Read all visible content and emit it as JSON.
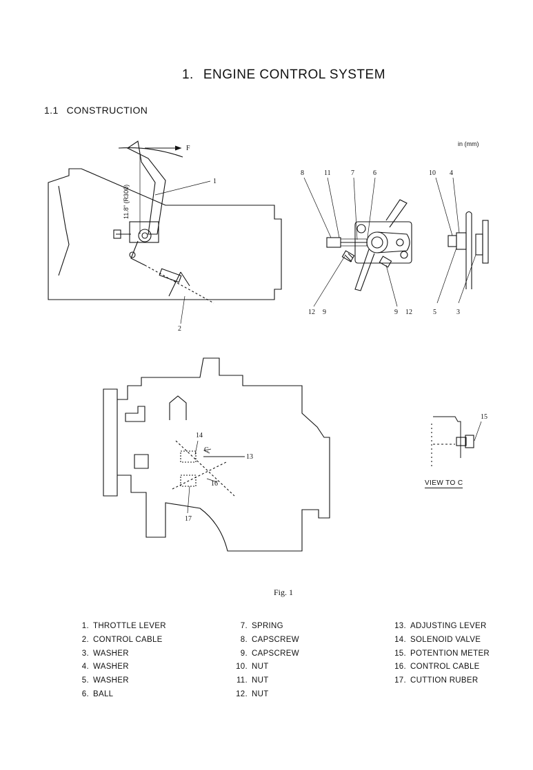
{
  "title": {
    "number": "1.",
    "text": "ENGINE CONTROL SYSTEM"
  },
  "section": {
    "number": "1.1",
    "text": "CONSTRUCTION"
  },
  "unit_note": "in (mm)",
  "figure": {
    "dimension": {
      "inch": "11.8\"",
      "mm": "(R300)"
    },
    "f_label": "F",
    "callouts_left": {
      "1": "1",
      "2": "2"
    },
    "callouts_mid_top": [
      "8",
      "11",
      "7",
      "6"
    ],
    "callouts_mid_bottom": [
      "12",
      "9",
      "9",
      "12"
    ],
    "callouts_right_top": [
      "10",
      "4"
    ],
    "callouts_right_bottom": [
      "5",
      "3"
    ],
    "callouts_bottom": {
      "14": "14",
      "13": "13",
      "16": "16",
      "17": "17",
      "c": "C",
      "15": "15"
    },
    "view_label": "VIEW TO C",
    "caption": "Fig. 1"
  },
  "legend": {
    "col1": [
      {
        "n": "1.",
        "t": "THROTTLE LEVER"
      },
      {
        "n": "2.",
        "t": "CONTROL CABLE"
      },
      {
        "n": "3.",
        "t": "WASHER"
      },
      {
        "n": "4.",
        "t": "WASHER"
      },
      {
        "n": "5.",
        "t": "WASHER"
      },
      {
        "n": "6.",
        "t": "BALL"
      }
    ],
    "col2": [
      {
        "n": "7.",
        "t": "SPRING"
      },
      {
        "n": "8.",
        "t": "CAPSCREW"
      },
      {
        "n": "9.",
        "t": "CAPSCREW"
      },
      {
        "n": "10.",
        "t": "NUT"
      },
      {
        "n": "11.",
        "t": "NUT"
      },
      {
        "n": "12.",
        "t": "NUT"
      }
    ],
    "col3": [
      {
        "n": "13.",
        "t": "ADJUSTING LEVER"
      },
      {
        "n": "14.",
        "t": "SOLENOID VALVE"
      },
      {
        "n": "15.",
        "t": "POTENTION METER"
      },
      {
        "n": "16.",
        "t": "CONTROL CABLE"
      },
      {
        "n": "17.",
        "t": "CUTTION RUBER"
      }
    ]
  }
}
